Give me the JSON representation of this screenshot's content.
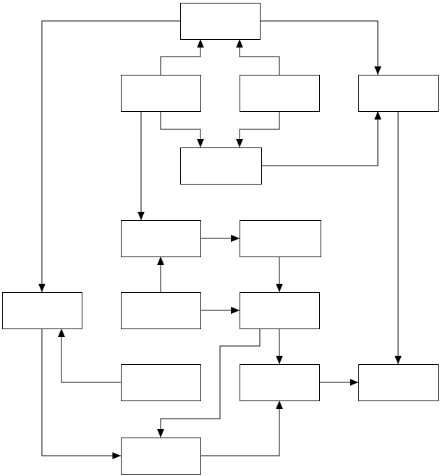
{
  "diagram": {
    "type": "flowchart",
    "colors": {
      "line": "#000000",
      "box_fill": "#ffffff",
      "background": "#ffffff"
    },
    "nodes": [
      {
        "id": "top",
        "label": ""
      },
      {
        "id": "left-upper",
        "label": ""
      },
      {
        "id": "right-upper",
        "label": ""
      },
      {
        "id": "far-right-upper",
        "label": ""
      },
      {
        "id": "middle-upper",
        "label": ""
      },
      {
        "id": "center-left-mid",
        "label": ""
      },
      {
        "id": "center-right-mid",
        "label": ""
      },
      {
        "id": "far-left",
        "label": ""
      },
      {
        "id": "center-left-lower",
        "label": ""
      },
      {
        "id": "center-right-lower",
        "label": ""
      },
      {
        "id": "bottom-left-feed",
        "label": ""
      },
      {
        "id": "bottom-center",
        "label": ""
      },
      {
        "id": "far-right-lower",
        "label": ""
      },
      {
        "id": "bottom",
        "label": ""
      }
    ],
    "edges": [
      {
        "from": "top",
        "to": "far-left"
      },
      {
        "from": "top",
        "to": "far-right-upper"
      },
      {
        "from": "left-upper",
        "to": "top"
      },
      {
        "from": "right-upper",
        "to": "top"
      },
      {
        "from": "left-upper",
        "to": "middle-upper"
      },
      {
        "from": "right-upper",
        "to": "middle-upper"
      },
      {
        "from": "middle-upper",
        "to": "far-right-upper"
      },
      {
        "from": "left-upper",
        "to": "center-left-mid"
      },
      {
        "from": "far-right-upper",
        "to": "far-right-lower"
      },
      {
        "from": "center-left-mid",
        "to": "center-right-mid"
      },
      {
        "from": "center-right-mid",
        "to": "center-right-lower"
      },
      {
        "from": "center-left-lower",
        "to": "center-left-mid"
      },
      {
        "from": "center-left-lower",
        "to": "center-right-lower"
      },
      {
        "from": "center-right-lower",
        "to": "bottom-center"
      },
      {
        "from": "center-right-lower",
        "to": "bottom"
      },
      {
        "from": "bottom-left-feed",
        "to": "far-left"
      },
      {
        "from": "far-left",
        "to": "bottom"
      },
      {
        "from": "bottom",
        "to": "bottom-center"
      },
      {
        "from": "bottom-center",
        "to": "far-right-lower"
      }
    ]
  }
}
